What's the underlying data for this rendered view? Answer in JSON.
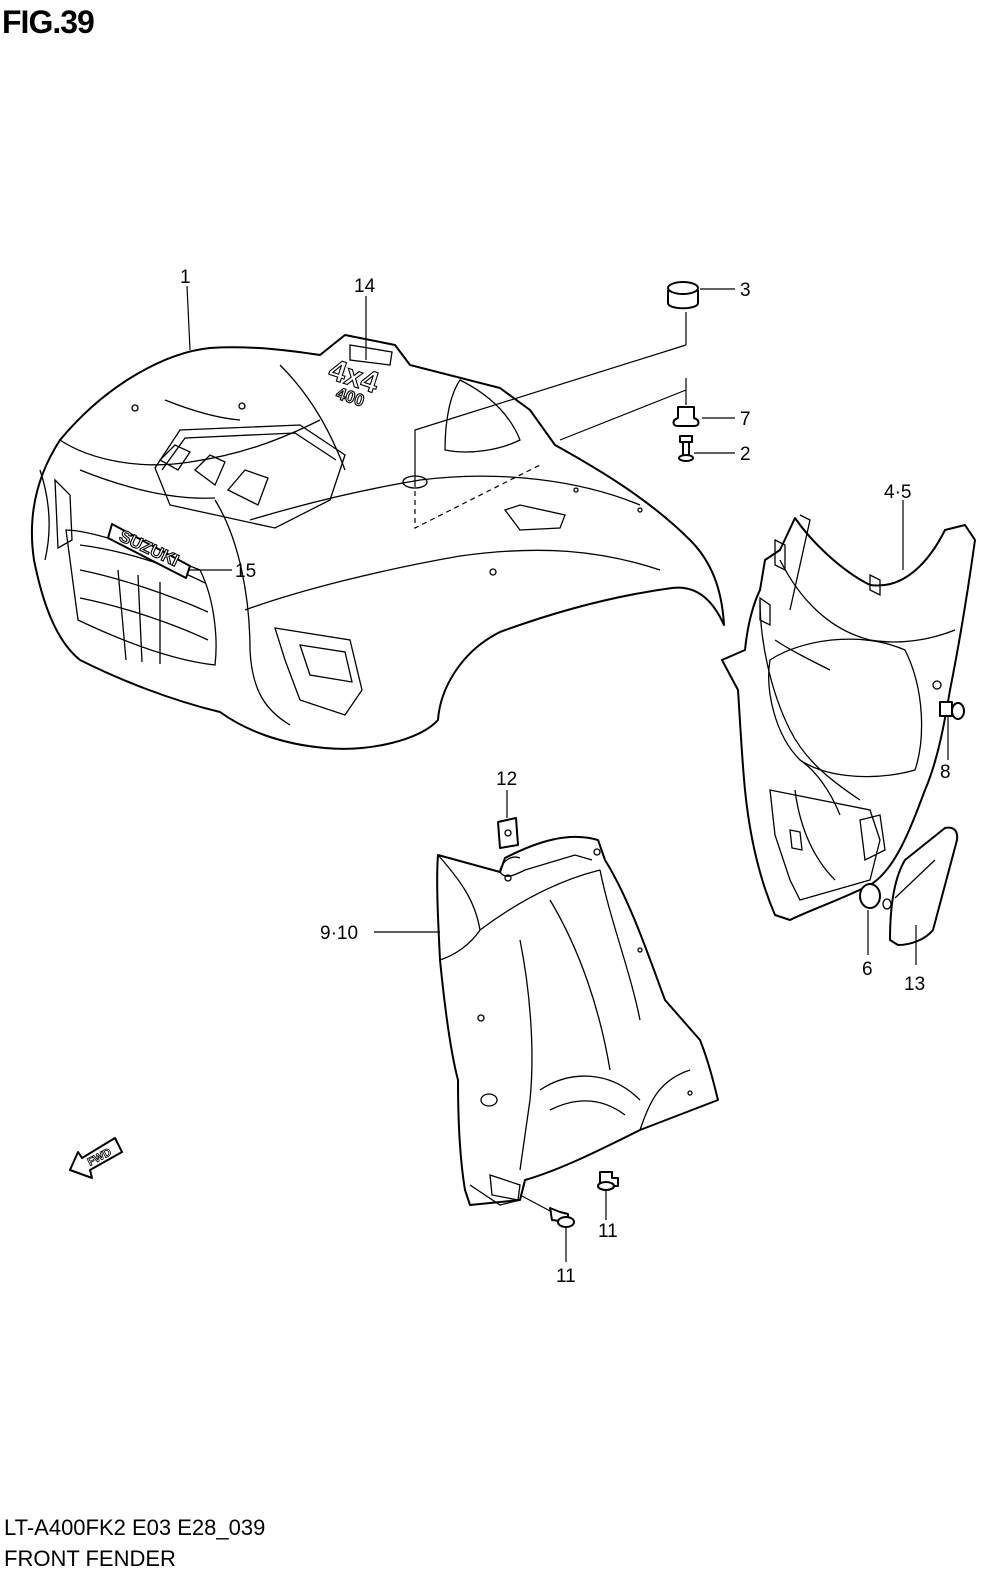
{
  "figure": {
    "title": "FIG.39",
    "model_code": "LT-A400FK2 E03 E28_039",
    "section_name": "FRONT FENDER"
  },
  "callouts": {
    "c1": "1",
    "c14": "14",
    "c3": "3",
    "c7": "7",
    "c2": "2",
    "c45": "4·5",
    "c15": "15",
    "c8": "8",
    "c12": "12",
    "c910": "9·10",
    "c6": "6",
    "c13": "13",
    "c11a": "11",
    "c11b": "11"
  },
  "emblems": {
    "brand": "SUZUKI",
    "badge_4x4": "4x4",
    "badge_400": "400",
    "direction": "FWD"
  }
}
